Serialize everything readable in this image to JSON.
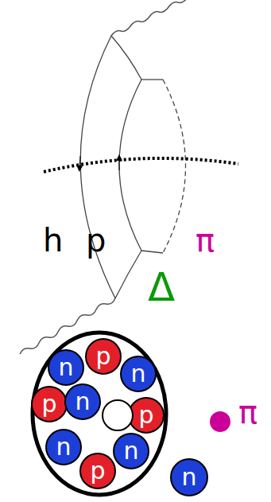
{
  "diagram": {
    "nodes": [
      {
        "text": [
          "n"
        ]
      },
      {
        "text": [
          "p"
        ]
      },
      {
        "text": [
          "n"
        ]
      },
      {
        "text": [
          "p"
        ]
      },
      {
        "text": [
          "n"
        ]
      },
      {
        "text": [
          "p"
        ]
      },
      {
        "text": [
          "n"
        ]
      },
      {
        "text": [
          "n"
        ]
      },
      {
        "text": [
          "p"
        ]
      },
      {
        "text": [
          "n"
        ]
      }
    ],
    "labels": [
      "h",
      "p",
      "π",
      "Δ",
      "π"
    ]
  }
}
